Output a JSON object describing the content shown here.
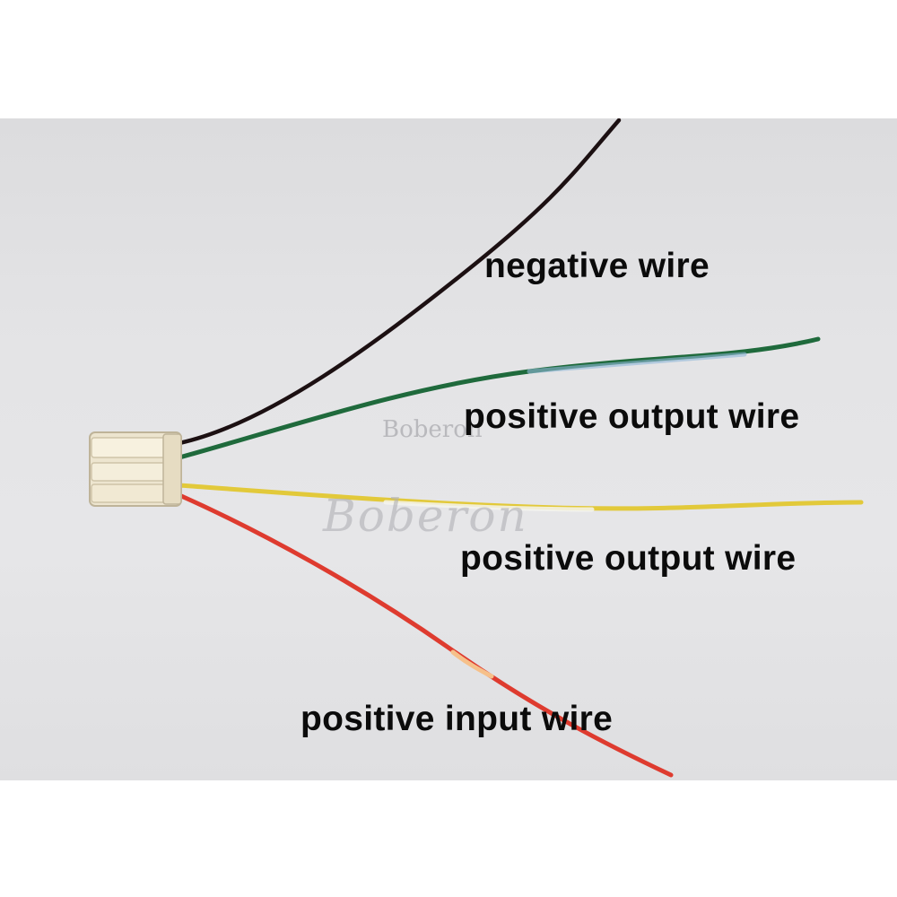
{
  "labels": {
    "negative": "negative wire",
    "positive_output_1": "positive output wire",
    "positive_output_2": "positive output wire",
    "positive_input": "positive input wire"
  },
  "watermark": {
    "small": "Boberon",
    "large": "Boberon"
  },
  "wire_colors": {
    "negative": "#1c1012",
    "positive_output_1": "#1f6a3c",
    "positive_output_2": "#e2c93a",
    "positive_input": "#de3b2f"
  }
}
